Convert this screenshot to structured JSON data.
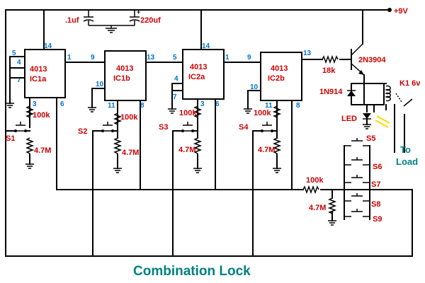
{
  "title": "Combination Lock",
  "supply": "+9V",
  "capacitors": {
    "c1": ".1uf",
    "c2": "220uf"
  },
  "ics": [
    {
      "id": "ic1a",
      "type": "4013",
      "name": "IC1a",
      "pins": {
        "set": "5",
        "data": "4",
        "reset": "7",
        "vdd": "14",
        "q": "1",
        "clk": "3",
        "qbar": "6"
      }
    },
    {
      "id": "ic1b",
      "type": "4013",
      "name": "IC1b",
      "pins": {
        "d": "9",
        "r": "10",
        "q": "13",
        "clk": "11",
        "qbar": "8"
      }
    },
    {
      "id": "ic2a",
      "type": "4013",
      "name": "IC2a",
      "pins": {
        "set": "5",
        "data": "4",
        "reset": "7",
        "vdd": "14",
        "q": "1",
        "clk": "3",
        "qbar": "6"
      }
    },
    {
      "id": "ic2b",
      "type": "4013",
      "name": "IC2b",
      "pins": {
        "d": "9",
        "r": "10",
        "q": "13",
        "clk": "11",
        "qbar": "8"
      }
    }
  ],
  "resistors": {
    "r1": "100k",
    "r1b": "4.7M",
    "r2": "100k",
    "r2b": "4.7M",
    "r3": "100k",
    "r3b": "4.7M",
    "r4": "100k",
    "r4b": "4.7M",
    "r5": "18k",
    "r6": "100k",
    "r6b": "4.7M"
  },
  "switches": [
    "S1",
    "S2",
    "S3",
    "S4",
    "S5",
    "S6",
    "S7",
    "S8",
    "S9"
  ],
  "transistor": "2N3904",
  "diode": "1N914",
  "led": "LED",
  "relay": "K1 6v",
  "load": {
    "line1": "To",
    "line2": "Load"
  }
}
